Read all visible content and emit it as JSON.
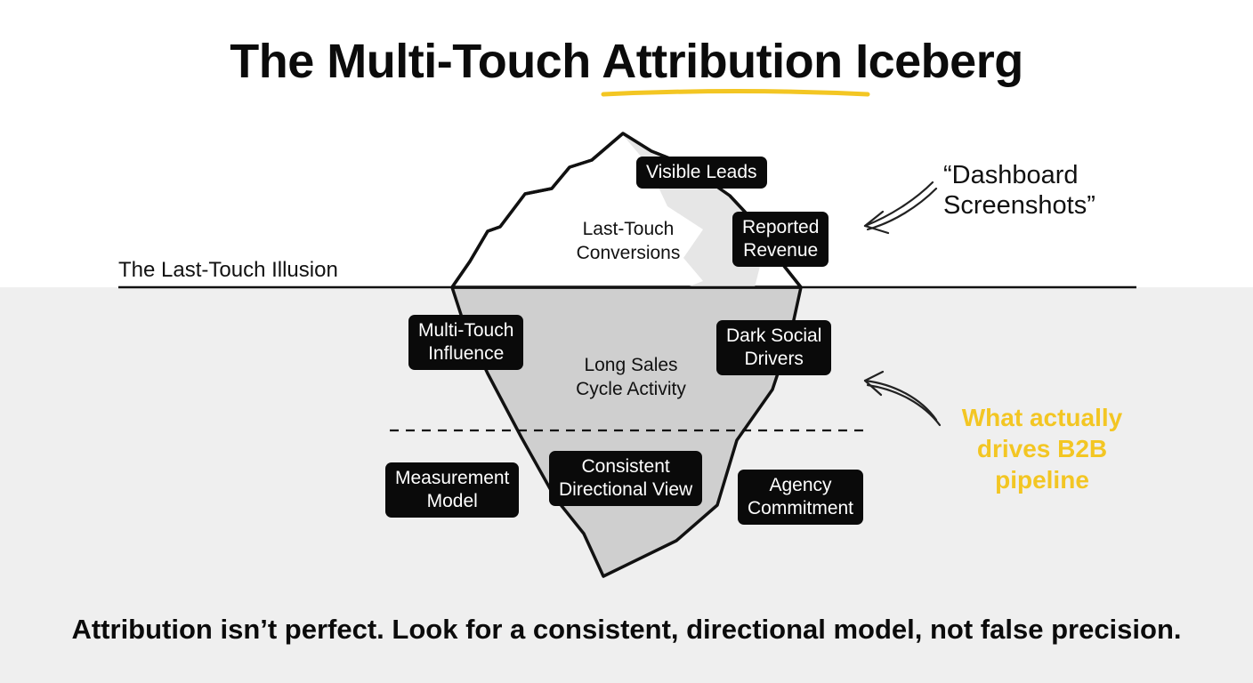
{
  "title": {
    "prefix": "The Multi-Touch ",
    "highlight": "Attribution",
    "suffix": " Iceberg"
  },
  "colors": {
    "accent": "#f3c623",
    "label_bg": "#0a0a0a",
    "underwater_bg": "#efefef",
    "iceberg_below": "#cfcfcf",
    "iceberg_above": "#ffffff",
    "iceberg_shadow": "#e6e6e6"
  },
  "waterline_label": "The Last-Touch Illusion",
  "above_water": {
    "labels": [
      "Visible Leads",
      "Reported\nRevenue"
    ],
    "center_text": "Last-Touch\nConversions"
  },
  "below_water": {
    "labels": [
      "Multi-Touch\nInfluence",
      "Dark Social\nDrivers"
    ],
    "center_text": "Long Sales\nCycle Activity"
  },
  "deep_water": {
    "labels": [
      "Measurement\nModel",
      "Consistent\nDirectional View",
      "Agency\nCommitment"
    ]
  },
  "callouts": {
    "top": "“Dashboard\nScreenshots”",
    "bottom": "What actually\ndrives B2B\npipeline"
  },
  "footer": "Attribution isn’t perfect. Look for a consistent, directional model, not false precision."
}
